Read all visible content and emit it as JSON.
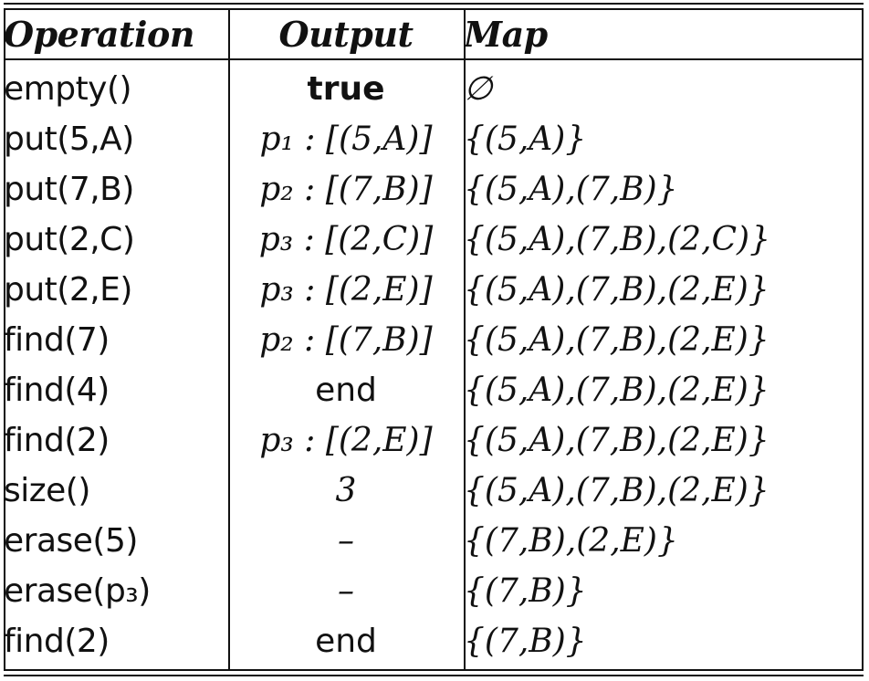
{
  "table": {
    "headers": [
      "Operation",
      "Output",
      "Map"
    ],
    "rows": [
      {
        "operation": "empty()",
        "output": "true",
        "map": "∅",
        "output_style": "bold"
      },
      {
        "operation": "put(5,A)",
        "output": "p₁ : [(5,A)]",
        "map": "{(5,A)}",
        "output_style": "math"
      },
      {
        "operation": "put(7,B)",
        "output": "p₂ : [(7,B)]",
        "map": "{(5,A),(7,B)}",
        "output_style": "math"
      },
      {
        "operation": "put(2,C)",
        "output": "p₃ : [(2,C)]",
        "map": "{(5,A),(7,B),(2,C)}",
        "output_style": "math"
      },
      {
        "operation": "put(2,E)",
        "output": "p₃ : [(2,E)]",
        "map": "{(5,A),(7,B),(2,E)}",
        "output_style": "math"
      },
      {
        "operation": "find(7)",
        "output": "p₂ : [(7,B)]",
        "map": "{(5,A),(7,B),(2,E)}",
        "output_style": "math"
      },
      {
        "operation": "find(4)",
        "output": "end",
        "map": "{(5,A),(7,B),(2,E)}",
        "output_style": "plain"
      },
      {
        "operation": "find(2)",
        "output": "p₃ : [(2,E)]",
        "map": "{(5,A),(7,B),(2,E)}",
        "output_style": "math"
      },
      {
        "operation": "size()",
        "output": "3",
        "map": "{(5,A),(7,B),(2,E)}",
        "output_style": "math"
      },
      {
        "operation": "erase(5)",
        "output": "–",
        "map": "{(7,B),(2,E)}",
        "output_style": "math"
      },
      {
        "operation": "erase(p₃)",
        "output": "–",
        "map": "{(7,B)}",
        "output_style": "math"
      },
      {
        "operation": "find(2)",
        "output": "end",
        "map": "{(7,B)}",
        "output_style": "plain"
      }
    ]
  }
}
